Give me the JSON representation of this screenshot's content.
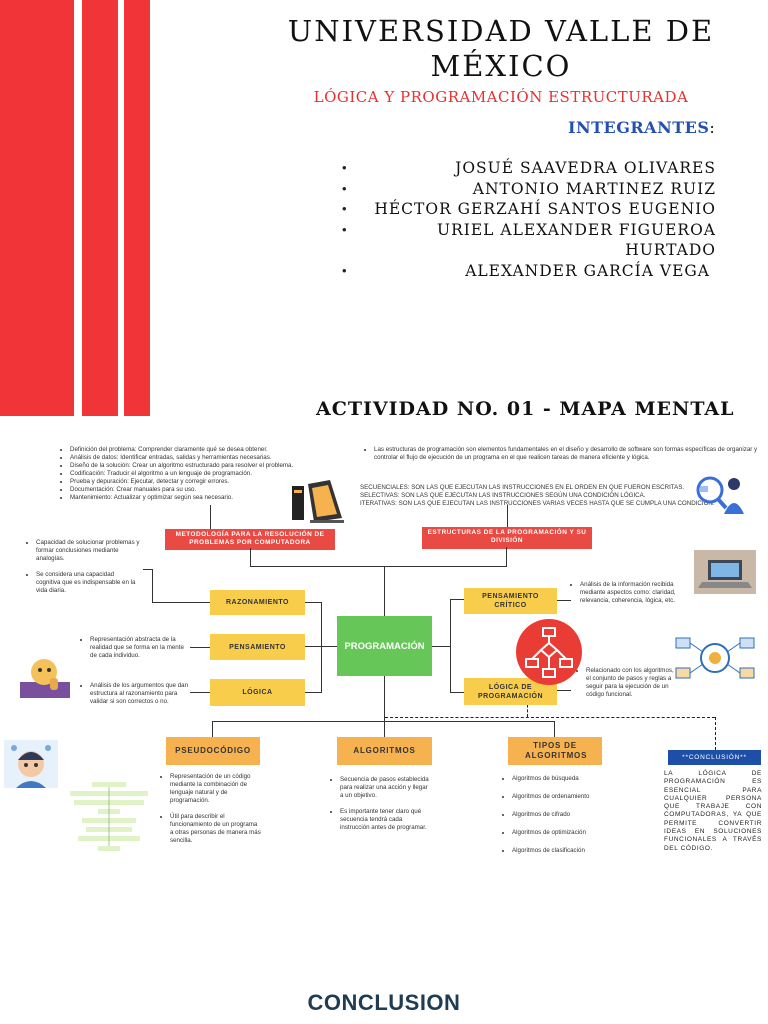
{
  "header": {
    "university_line1": "UNIVERSIDAD VALLE DE",
    "university_line2": "MÉXICO",
    "course": "LÓGICA Y PROGRAMACIÓN ESTRUCTURADA",
    "members_label": "INTEGRANTES",
    "members_colon": ":",
    "members": [
      "JOSUÉ SAAVEDRA OLIVARES",
      "ANTONIO MARTINEZ RUIZ",
      "HÉCTOR GERZAHÍ SANTOS EUGENIO",
      "URIEL ALEXANDER FIGUEROA",
      "HURTADO",
      "ALEXANDER GARCÍA VEGA"
    ],
    "bullet_char": "•",
    "activity": "ACTIVIDAD NO. 01 - MAPA MENTAL"
  },
  "map": {
    "methodology_items": [
      "Definición del problema: Comprender claramente qué se desea obtener.",
      "Análisis de datos: Identificar entradas, salidas y herramientas necesarias.",
      "Diseño de la solución: Crear un algoritmo estructurado para resolver el problema.",
      "Codificación: Traducir el algoritmo a un lenguaje de programación.",
      "Prueba y depuración: Ejecutar, detectar y corregir errores.",
      "Documentación: Crear manuales para su uso.",
      "Mantenimiento: Actualizar y optimizar según sea necesario."
    ],
    "structures_intro": "Las estructuras de programación son elementos fundamentales en el diseño y desarrollo de software son formas específicas de organizar y controlar el flujo de ejecución de un programa en el que realicen tareas de manera eficiente y lógica.",
    "structures_types": [
      "SECUENCIALES: SON LAS QUE EJECUTAN LAS INSTRUCCIONES EN EL ORDEN EN QUE FUERON ESCRITAS.",
      "SELECTIVAS: SON LAS QUE EJECUTAN LAS INSTRUCCIONES SEGÚN UNA CONDICIÓN LÓGICA.",
      "ITERATIVAS: SON LAS QUE EJECUTAN LAS INSTRUCCIONES VARIAS VECES HASTA QUE SE CUMPLA UNA CONDICIÓN."
    ],
    "methodology_title": "METODOLOGÍA PARA LA RESOLUCIÓN DE PROBLEMAS POR COMPUTADORA",
    "structures_title": "ESTRUCTURAS DE LA PROGRAMACIÓN Y SU DIVISIÓN",
    "center": "PROGRAMACIÓN",
    "razonamiento": "RAZONAMIENTO",
    "pensamiento": "PENSAMIENTO",
    "logica": "LÓGICA",
    "razonamiento_notes": [
      "Capacidad de solucionar problemas y formar conclusiones mediante analogías.",
      "Se considera una capacidad cognitiva que es indispensable en la vida diaria."
    ],
    "pensamiento_note": "Representación abstracta de la realidad que se forma en la mente de cada individuo.",
    "logica_note": "Análisis de los argumentos que dan estructura al razonamiento para validar si son correctos o no.",
    "pensamiento_critico": "PENSAMIENTO CRÍTICO",
    "pensamiento_critico_note": "Análisis de la información recibida mediante aspectos como: claridad, relevancia, coherencia, lógica, etc.",
    "logica_programacion": "LÓGICA DE PROGRAMACIÓN",
    "logica_programacion_note": "Relacionado con los algoritmos, es el conjunto de pasos y reglas a seguir para la ejecución de un código funcional.",
    "pseudocodigo": "PSEUDOCÓDIGO",
    "pseudocodigo_notes": [
      "Representación de un código mediante la combinación de lenguaje natural y de programación.",
      "Útil para describir el funcionamiento de un programa a otras personas de manera más sencilla."
    ],
    "algoritmos": "ALGORITMOS",
    "algoritmos_notes": [
      "Secuencia de pasos establecida para realizar una acción y llegar a un objetivo.",
      "Es importante tener claro qué secuencia tendrá cada instrucción antes de programar."
    ],
    "tipos": "TIPOS DE ALGORITMOS",
    "tipos_list": [
      "Algoritmos de búsqueda",
      "Algoritmos de ordenamiento",
      "Algoritmos de cifrado",
      "Algoritmos de optimización",
      "Algoritmos de clasificación"
    ],
    "conclusion_label": "**CONCLUSIÓN**",
    "conclusion_text": "LA LÓGICA DE PROGRAMACIÓN ES ESENCIAL PARA CUALQUIER PERSONA QUE TRABAJE CON COMPUTADORAS, YA QUE PERMITE CONVERTIR IDEAS EN SOLUCIONES FUNCIONALES A TRAVÉS DEL CÓDIGO."
  },
  "footer": {
    "conclusion_heading": "CONCLUSION"
  },
  "colors": {
    "stripe_red": "#f13438",
    "course_red": "#e8302f",
    "members_blue": "#2450b4",
    "box_yellow": "#f9cd4c",
    "box_orange": "#f6b24f",
    "box_red": "#e94a43",
    "center_green": "#66c758",
    "conclusion_blue": "#1d4fa8",
    "footer_navy": "#1f3c52"
  },
  "icons": [
    "computer-icon",
    "search-people-icon",
    "laptop-icon",
    "flowchart-icon",
    "network-icon",
    "thinking-person-icon",
    "boy-thinking-icon",
    "pseudocode-diagram-icon"
  ]
}
